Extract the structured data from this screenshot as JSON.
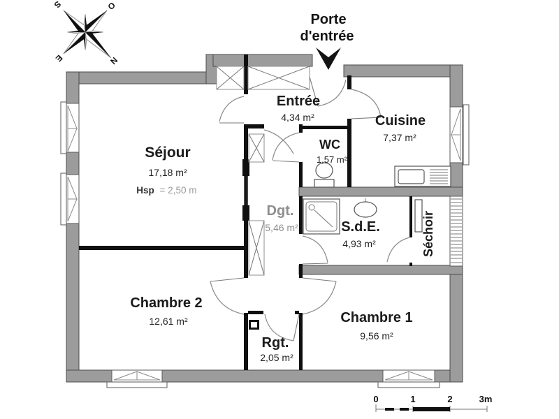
{
  "header": {
    "line1": "Porte",
    "line2": "d'entrée"
  },
  "compass": {
    "n": "N",
    "s": "S",
    "e": "E",
    "o": "O"
  },
  "rooms": {
    "sejour": {
      "name": "Séjour",
      "area": "17,18 m²",
      "hsp_label": "Hsp",
      "hsp_value": "= 2,50 m"
    },
    "entree": {
      "name": "Entrée",
      "area": "4,34 m²"
    },
    "cuisine": {
      "name": "Cuisine",
      "area": "7,37 m²"
    },
    "wc": {
      "name": "WC",
      "area": "1,57 m²"
    },
    "dgt": {
      "name": "Dgt.",
      "area": "5,46 m²"
    },
    "sde": {
      "name": "S.d.E.",
      "area": "4,93 m²"
    },
    "sechoir": {
      "name": "Séchoir"
    },
    "chambre1": {
      "name": "Chambre 1",
      "area": "9,56 m²"
    },
    "chambre2": {
      "name": "Chambre 2",
      "area": "12,61 m²"
    },
    "rgt": {
      "name": "Rgt.",
      "area": "2,05 m²"
    }
  },
  "scale_bar": {
    "labels": [
      "0",
      "1",
      "2",
      "3m"
    ]
  },
  "colors": {
    "outer_wall": "#9c9c9c",
    "partition": "#101010",
    "door_arc": "#8f8f8f",
    "background": "#ffffff"
  }
}
